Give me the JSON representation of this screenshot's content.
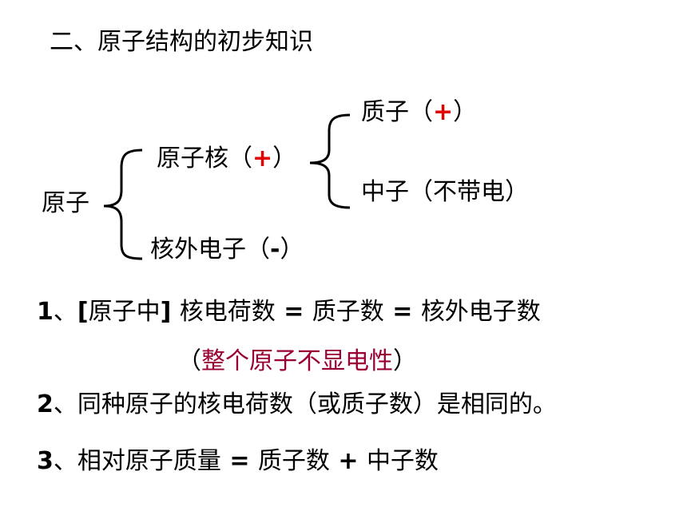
{
  "heading": "二、原子结构的初步知识",
  "tree": {
    "root": "原子",
    "nucleus": {
      "label": "原子核（",
      "sign": "+",
      "close": "）"
    },
    "electron": {
      "label": "核外电子（",
      "sign": "-",
      "close": "）"
    },
    "proton": {
      "label": "质子（",
      "sign": "+",
      "close": "）"
    },
    "neutron": {
      "label": "中子（不带电）"
    }
  },
  "points": [
    {
      "num": "1",
      "sep": "、",
      "text_a": "[",
      "text_b": "原子中",
      "text_c": "] ",
      "text_d": "核电荷数",
      "text_e": " = ",
      "text_f": "质子数",
      "text_g": " = ",
      "text_h": "核外电子数"
    },
    {
      "open": "（",
      "note": "整个原子不显电性",
      "close": "）"
    },
    {
      "num": "2",
      "sep": "、",
      "text": "同种原子的核电荷数（或质子数）是相同的。"
    },
    {
      "num": "3",
      "sep": "、",
      "text_a": "相对原子质量",
      "text_b": " = ",
      "text_c": "质子数",
      "text_d": " + ",
      "text_e": "中子数"
    }
  ],
  "colors": {
    "sign": "#e00000",
    "note": "#990033",
    "text": "#000000"
  }
}
